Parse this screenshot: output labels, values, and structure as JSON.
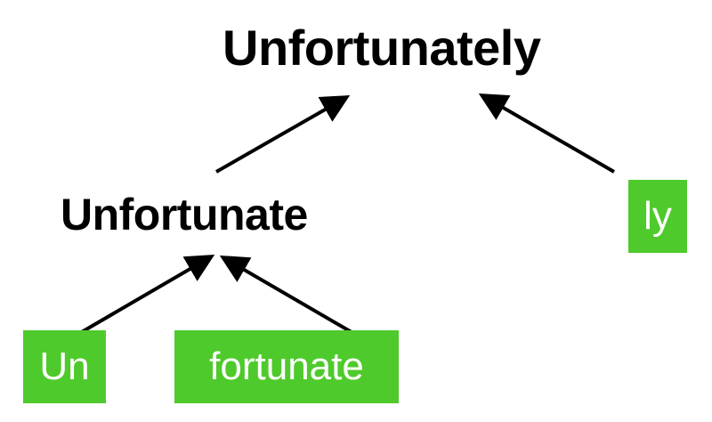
{
  "diagram": {
    "root": {
      "text": "Unfortunately"
    },
    "intermediate": {
      "text": "Unfortunate"
    },
    "morphemes": {
      "prefix": "Un",
      "stem": "fortunate",
      "suffix": "ly"
    },
    "colors": {
      "morpheme_background": "#4fca2c",
      "morpheme_text": "#ffffff",
      "word_text": "#000000",
      "arrow": "#000000"
    },
    "edges": [
      {
        "from": "Un",
        "to": "Unfortunate"
      },
      {
        "from": "fortunate",
        "to": "Unfortunate"
      },
      {
        "from": "Unfortunate",
        "to": "Unfortunately"
      },
      {
        "from": "ly",
        "to": "Unfortunately"
      }
    ]
  }
}
